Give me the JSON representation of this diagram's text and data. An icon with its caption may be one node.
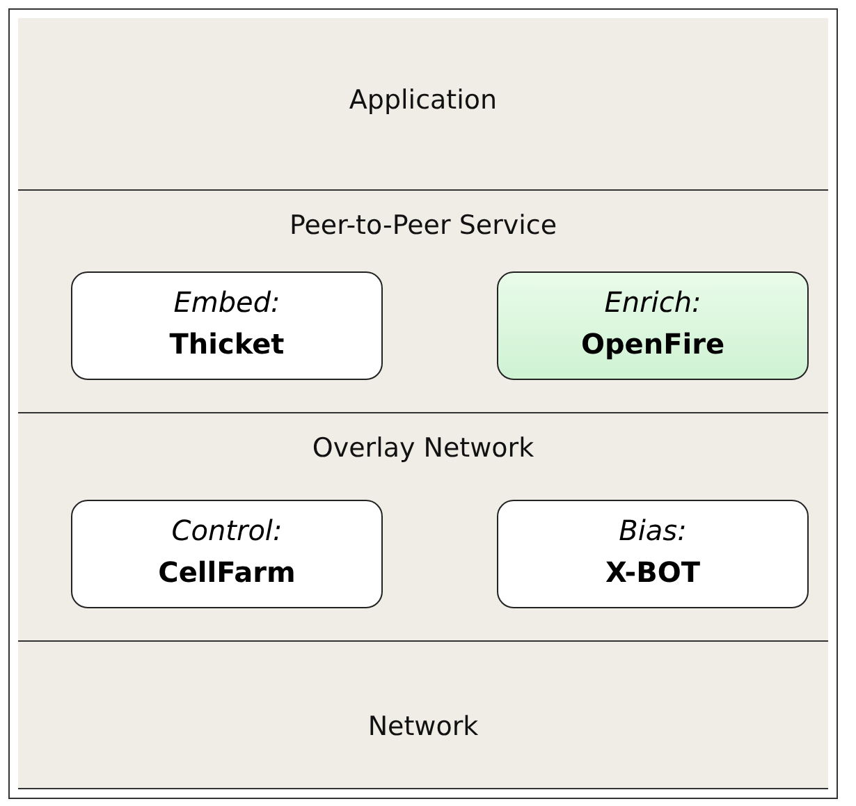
{
  "diagram": {
    "nodes": [
      {
        "text": [
          "Application"
        ]
      },
      {
        "text": [
          "Peer-to-Peer Service"
        ]
      },
      {
        "text": [
          "Embed:",
          "Thicket"
        ],
        "in": 1
      },
      {
        "text": [
          "Enrich:",
          "OpenFire"
        ],
        "in": 1
      },
      {
        "text": [
          "Overlay Network"
        ]
      },
      {
        "text": [
          "Control:",
          "CellFarm"
        ],
        "in": 4
      },
      {
        "text": [
          "Bias:",
          "X-BOT"
        ],
        "in": 4
      },
      {
        "text": [
          "Network"
        ]
      }
    ]
  }
}
